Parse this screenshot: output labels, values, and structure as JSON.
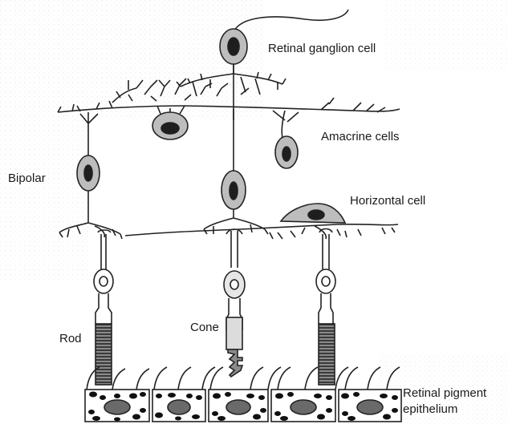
{
  "labels": {
    "ganglion": "Retinal ganglion cell",
    "amacrine": "Amacrine cells",
    "bipolar": "Bipolar",
    "horizontal": "Horizontal cell",
    "cone": "Cone",
    "rod": "Rod",
    "rpe_line1": "Retinal pigment",
    "rpe_line2": "epithelium"
  },
  "colors": {
    "stroke": "#222222",
    "cell_body": "#bdbdbd",
    "nucleus": "#1e1e1e",
    "outer_segment": "#5a5a5a",
    "background_texture": "#ececec"
  }
}
